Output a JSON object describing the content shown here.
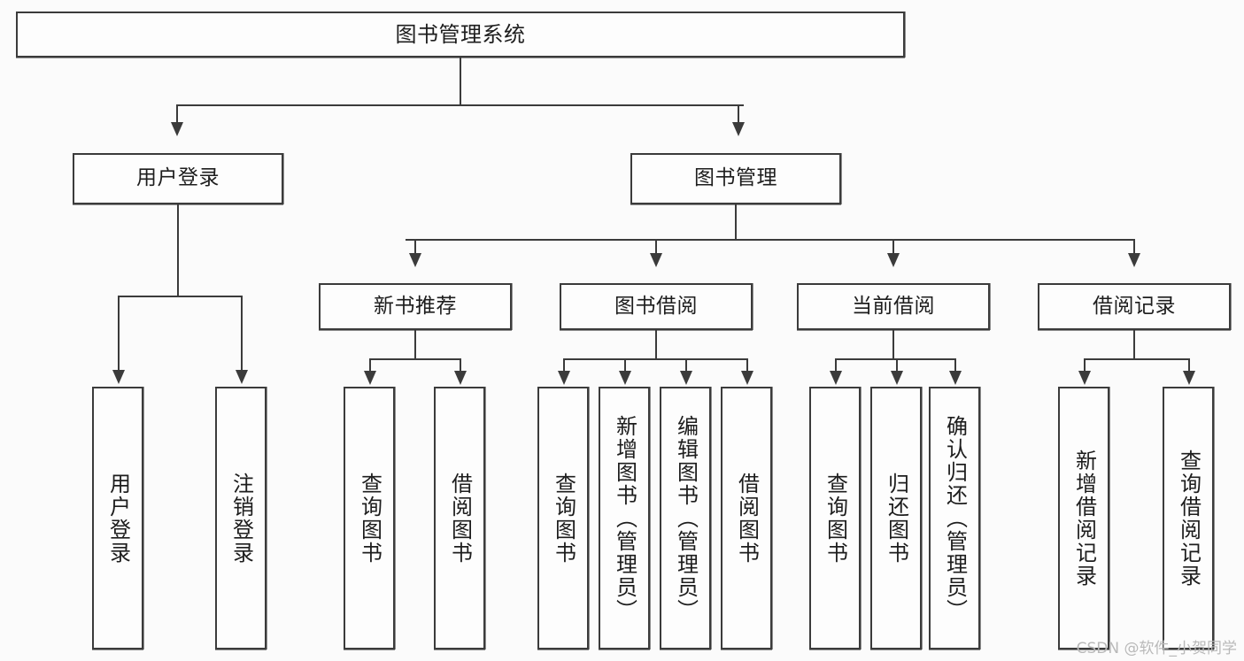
{
  "diagram": {
    "title": "图书管理系统",
    "type": "tree",
    "orientation": "top-down",
    "colors": {
      "background": "#fbfbfb",
      "box_fill": "#fdfdfd",
      "box_border": "#3b3b3b",
      "connector": "#3b3b3b",
      "text": "#1d1d1d",
      "watermark": "#b9b9b9"
    },
    "root": {
      "label": "图书管理系统"
    },
    "level2": [
      {
        "label": "用户登录"
      },
      {
        "label": "图书管理"
      }
    ],
    "level3": [
      {
        "label": "新书推荐"
      },
      {
        "label": "图书借阅"
      },
      {
        "label": "当前借阅"
      },
      {
        "label": "借阅记录"
      }
    ],
    "leaves": {
      "user_login": [
        {
          "label": "用户登录"
        },
        {
          "label": "注销登录"
        }
      ],
      "new_book_recommend": [
        {
          "label": "查询图书"
        },
        {
          "label": "借阅图书"
        }
      ],
      "book_borrow": [
        {
          "label": "查询图书"
        },
        {
          "label": "新增图书（管理员）"
        },
        {
          "label": "编辑图书（管理员）"
        },
        {
          "label": "借阅图书"
        }
      ],
      "current_borrow": [
        {
          "label": "查询图书"
        },
        {
          "label": "归还图书"
        },
        {
          "label": "确认归还（管理员）"
        }
      ],
      "borrow_record": [
        {
          "label": "新增借阅记录"
        },
        {
          "label": "查询借阅记录"
        }
      ]
    }
  },
  "watermark": {
    "text": "CSDN @软件_小贺同学"
  }
}
